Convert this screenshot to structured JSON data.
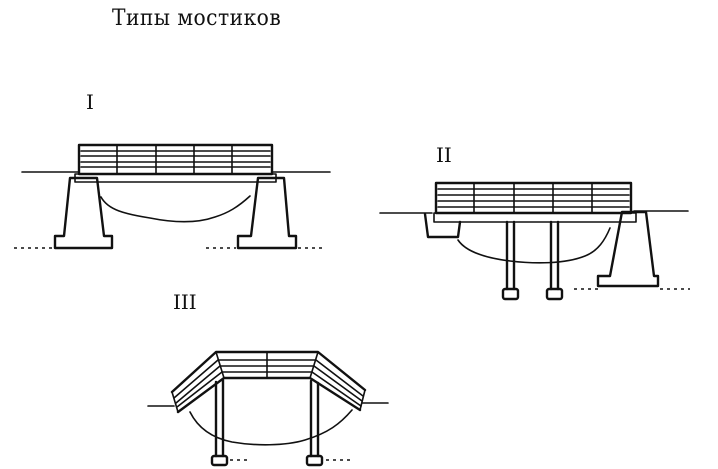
{
  "title": "Типы мостиков",
  "bridges": [
    {
      "label": "I"
    },
    {
      "label": "II"
    },
    {
      "label": "III"
    }
  ]
}
